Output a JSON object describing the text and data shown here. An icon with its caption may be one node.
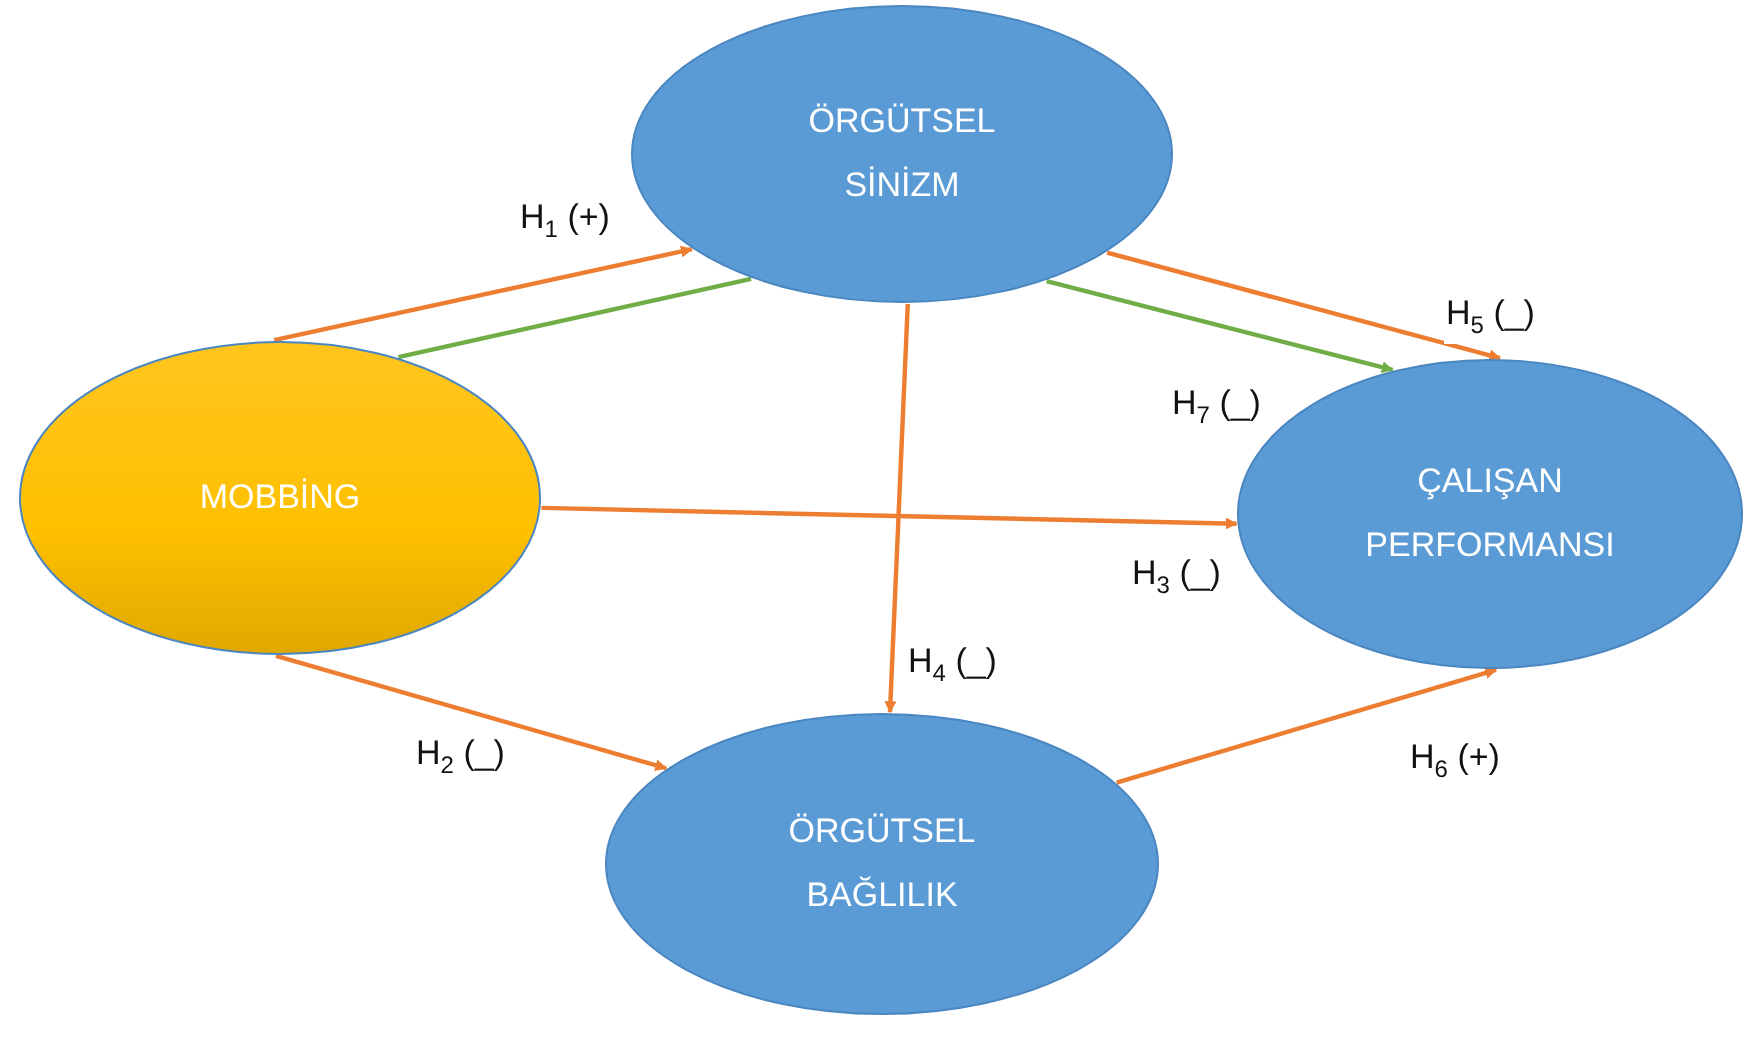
{
  "diagram": {
    "nodes": [
      {
        "text": [
          "ÖRGÜTSEL SİNİZM"
        ]
      },
      {
        "text": [
          "MOBBİNG"
        ]
      },
      {
        "text": [
          "ÇALIŞAN PERFORMANSI"
        ]
      },
      {
        "text": [
          "ÖRGÜTSEL BAĞLILIK"
        ]
      }
    ],
    "edges": [
      {
        "from": 1,
        "to": 0,
        "arrow": "to",
        "label": "H$_{1}$ (+)"
      },
      {
        "from": 1,
        "to": 0,
        "arrow": "none",
        "color": "#70ad47"
      },
      {
        "from": 0,
        "to": 2,
        "arrow": "to",
        "color": "#70ad47",
        "label": "H$_{7}$ (_)"
      },
      {
        "from": 0,
        "to": 2,
        "arrow": "to",
        "label": "H$_{5}$ (_)"
      },
      {
        "from": 1,
        "to": 2,
        "arrow": "to",
        "label": "H$_{3}$ (_)"
      },
      {
        "from": 0,
        "to": 3,
        "arrow": "to",
        "label": "H$_{4}$ (_)"
      },
      {
        "from": 1,
        "to": 3,
        "arrow": "to",
        "label": "H$_{2}$ (_)"
      },
      {
        "from": 3,
        "to": 2,
        "arrow": "to",
        "label": "H$_{6}$ (+)"
      }
    ]
  }
}
